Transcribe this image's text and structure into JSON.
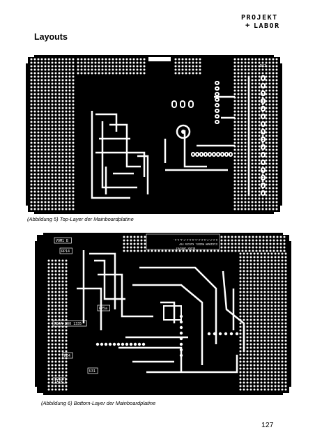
{
  "logo": {
    "line1": "PROJEKT",
    "line2": "LABOR",
    "plus": "+"
  },
  "heading": "Layouts",
  "figures": [
    {
      "caption": "(Abbildung 5) Top-Layer der Mainboardplatine",
      "silk_labels": [
        "D13"
      ]
    },
    {
      "caption": "(Abbildung 6) Bottom-Layer der Mainboardplatine",
      "silk_labels": [
        "VOM1 B",
        "RP14",
        "RP5a",
        "RS4A 200 1335",
        "RD4",
        "U31",
        "+12V"
      ],
      "board_text": [
        "H.E.P.P.H.E.E.G.H.H.S.P.A.S.G.",
        "DIAGRAMM MUDDEL KASSEN PAP",
        "BLOCK 2005/03"
      ]
    }
  ],
  "page_number": "127"
}
